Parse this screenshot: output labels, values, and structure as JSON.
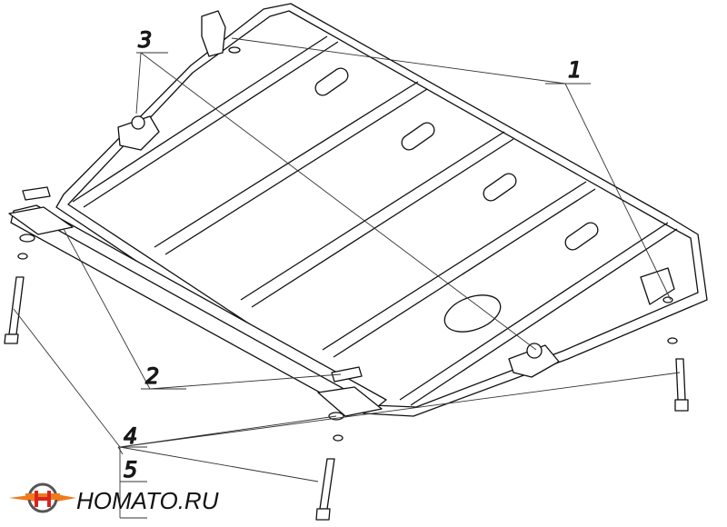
{
  "callouts": {
    "c1": "1",
    "c2": "2",
    "c3": "3",
    "c4": "4",
    "c5": "5"
  },
  "logo": {
    "text": "HOMATO.RU",
    "colors": {
      "orange": "#f07a1a",
      "red": "#d8231e",
      "gray": "#555555"
    }
  },
  "colors": {
    "line": "#111111",
    "leader": "#333333"
  }
}
